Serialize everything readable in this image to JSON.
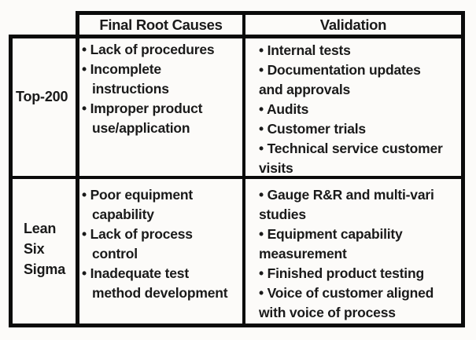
{
  "colors": {
    "background": "#fcfbf9",
    "border": "#0b0b0b",
    "text": "#1a1a1a"
  },
  "table": {
    "bullet_char": "•",
    "headers": {
      "causes": "Final Root Causes",
      "validation": "Validation"
    },
    "rows": [
      {
        "label_lines": [
          "Top-200"
        ],
        "causes": [
          {
            "b": true,
            "t": "Lack of procedures"
          },
          {
            "b": true,
            "t": "Incomplete"
          },
          {
            "b": false,
            "t": "instructions"
          },
          {
            "b": true,
            "t": "Improper product"
          },
          {
            "b": false,
            "t": "use/application"
          }
        ],
        "validation": [
          {
            "b": true,
            "t": "Internal tests"
          },
          {
            "b": true,
            "t": "Documentation updates"
          },
          {
            "b": false,
            "t": "and approvals"
          },
          {
            "b": true,
            "t": "Audits"
          },
          {
            "b": true,
            "t": "Customer trials"
          },
          {
            "b": true,
            "t": "Technical service customer"
          },
          {
            "b": false,
            "t": "visits"
          }
        ]
      },
      {
        "label_lines": [
          "Lean",
          "Six",
          "Sigma"
        ],
        "causes": [
          {
            "b": true,
            "t": "Poor equipment"
          },
          {
            "b": false,
            "t": "capability"
          },
          {
            "b": true,
            "t": "Lack of process"
          },
          {
            "b": false,
            "t": "control"
          },
          {
            "b": true,
            "t": "Inadequate test"
          },
          {
            "b": false,
            "t": "method development"
          }
        ],
        "validation": [
          {
            "b": true,
            "t": "Gauge R&R and multi-vari"
          },
          {
            "b": false,
            "t": "studies"
          },
          {
            "b": true,
            "t": "Equipment capability"
          },
          {
            "b": false,
            "t": "measurement"
          },
          {
            "b": true,
            "t": "Finished product testing"
          },
          {
            "b": true,
            "t": "Voice of customer aligned"
          },
          {
            "b": false,
            "t": "with voice of process"
          }
        ]
      }
    ]
  }
}
